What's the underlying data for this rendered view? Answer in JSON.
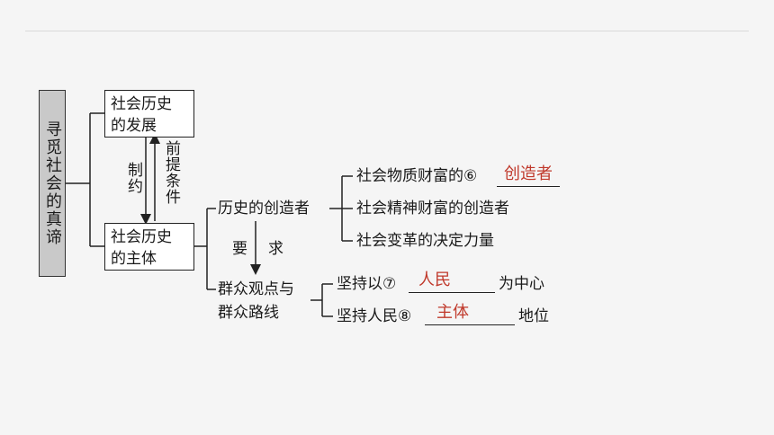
{
  "root": {
    "label": "寻觅社会的真谛"
  },
  "box_development": {
    "line1": "社会历史",
    "line2": "的发展"
  },
  "box_subject": {
    "line1": "社会历史",
    "line2": "的主体"
  },
  "relation": {
    "left_label": "制约",
    "right_label": "前提条件"
  },
  "creators": {
    "label": "历史的创造者",
    "items": [
      {
        "prefix": "社会物质财富的⑥",
        "answer": "创造者"
      },
      {
        "text": "社会精神财富的创造者"
      },
      {
        "text": "社会变革的决定力量"
      }
    ]
  },
  "requirement": {
    "char1": "要",
    "char2": "求"
  },
  "mass": {
    "line1": "群众观点与",
    "line2": "群众路线",
    "items": [
      {
        "prefix": "坚持以⑦",
        "answer": "人民",
        "suffix": "为中心"
      },
      {
        "prefix": "坚持人民⑧",
        "answer": "主体",
        "suffix": "地位"
      }
    ]
  }
}
